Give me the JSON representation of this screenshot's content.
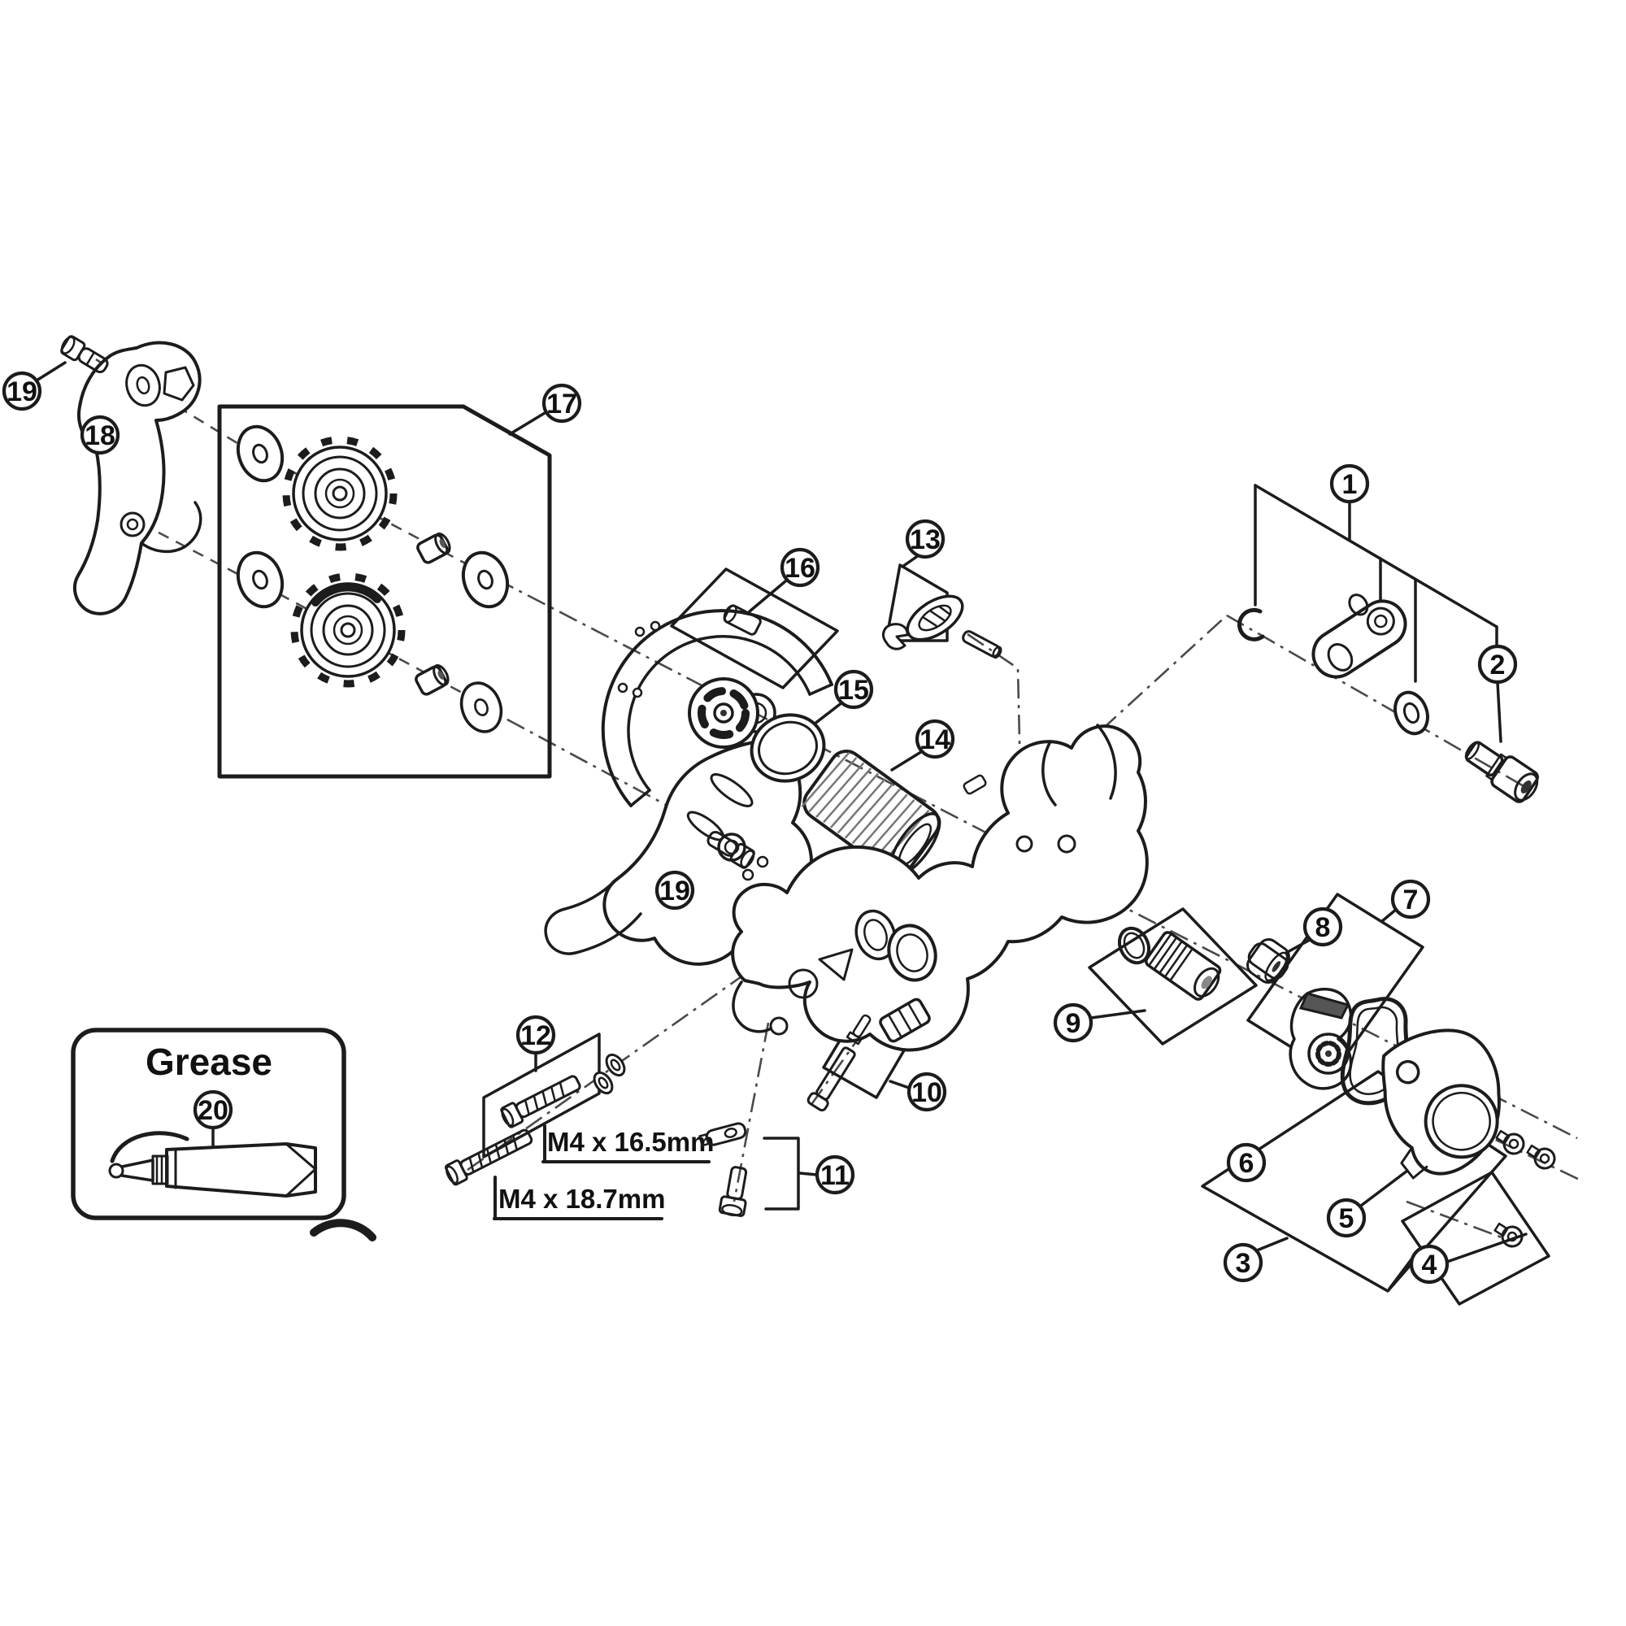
{
  "diagram": {
    "title": "Rear derailleur exploded parts diagram",
    "type": "exploded-view",
    "labels": {
      "grease": "Grease",
      "bolt_spec_upper": "M4 x 16.5mm",
      "bolt_spec_lower": "M4 x 18.7mm"
    },
    "callouts": [
      {
        "n": "1"
      },
      {
        "n": "2"
      },
      {
        "n": "3"
      },
      {
        "n": "4"
      },
      {
        "n": "5"
      },
      {
        "n": "6"
      },
      {
        "n": "7"
      },
      {
        "n": "8"
      },
      {
        "n": "9"
      },
      {
        "n": "10"
      },
      {
        "n": "11"
      },
      {
        "n": "12"
      },
      {
        "n": "13"
      },
      {
        "n": "14"
      },
      {
        "n": "15"
      },
      {
        "n": "16"
      },
      {
        "n": "17"
      },
      {
        "n": "18"
      },
      {
        "n": "19"
      },
      {
        "n": "19"
      },
      {
        "n": "20"
      }
    ],
    "colors": {
      "line": "#1c1c1c",
      "background": "#ffffff",
      "metal_light": "#e8e8e8",
      "metal_mid": "#b8b8b8",
      "metal_dark": "#6e6e6e"
    }
  }
}
